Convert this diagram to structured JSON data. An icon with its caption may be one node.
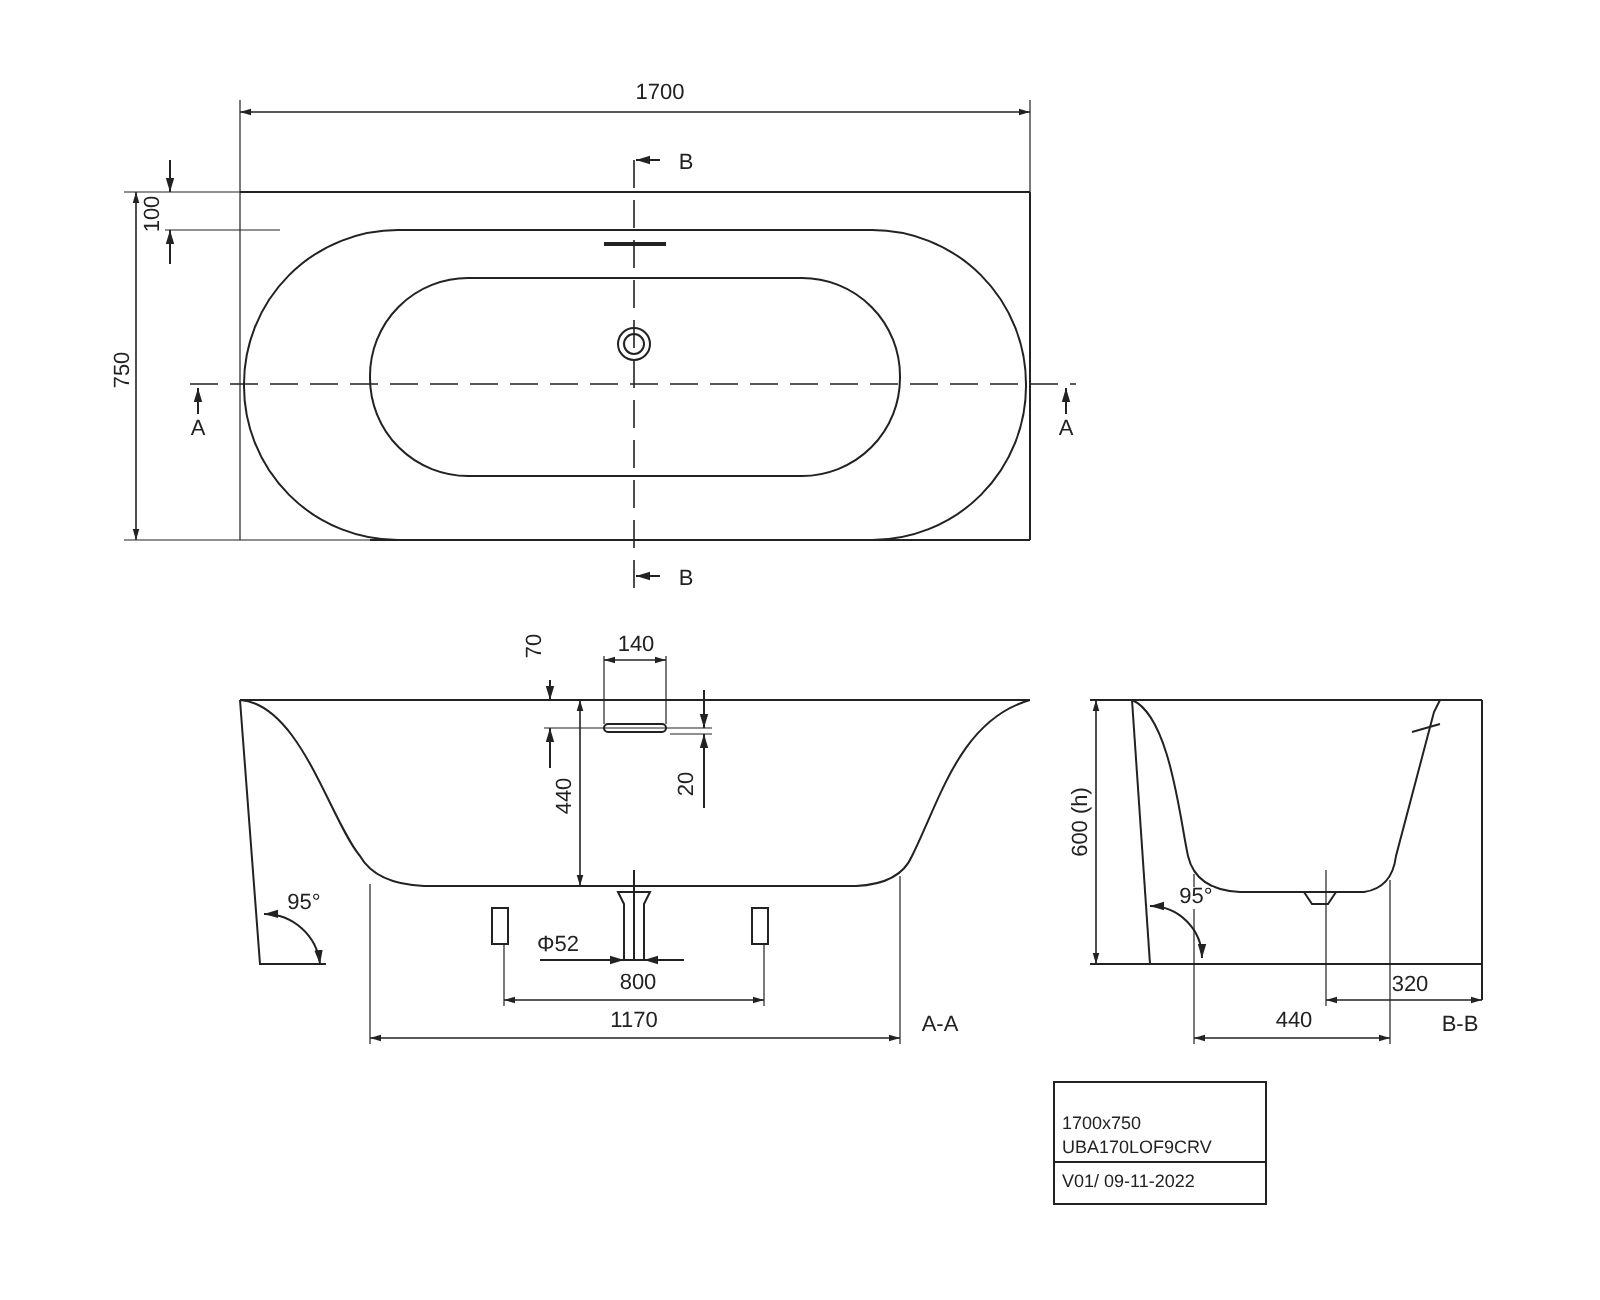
{
  "diagram": {
    "labels": [
      "1700",
      "B",
      "100",
      "750",
      "A",
      "A",
      "B",
      "70",
      "140",
      "20",
      "440",
      "600 (h)",
      "95°",
      "95°",
      "Φ52",
      "800",
      "320",
      "1170",
      "A-A",
      "440",
      "B-B",
      "1700x750",
      "UBA170LOF9CRV",
      "V01/ 09-11-2022"
    ]
  }
}
